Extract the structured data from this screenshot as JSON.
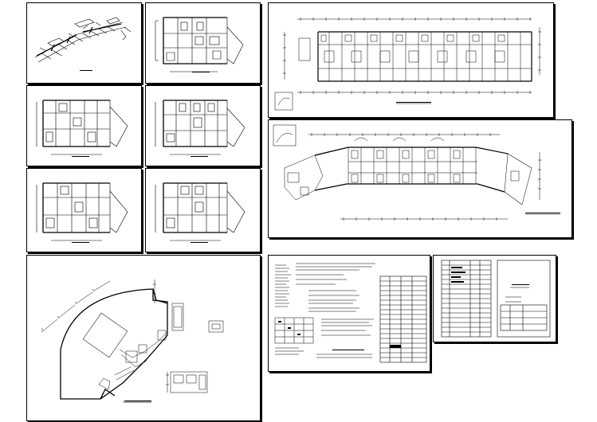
{
  "sheets": [
    {
      "id": "s1",
      "kind": "axonometric-plan",
      "caption": ""
    },
    {
      "id": "s2",
      "kind": "small-floor-plan",
      "caption": ""
    },
    {
      "id": "s3",
      "kind": "small-floor-plan",
      "caption": ""
    },
    {
      "id": "s4",
      "kind": "small-floor-plan",
      "caption": ""
    },
    {
      "id": "s5",
      "kind": "small-floor-plan",
      "caption": ""
    },
    {
      "id": "s6",
      "kind": "small-floor-plan",
      "caption": ""
    },
    {
      "id": "s7",
      "kind": "long-floor-plan",
      "caption": ""
    },
    {
      "id": "s8",
      "kind": "curved-floor-plan",
      "caption": ""
    },
    {
      "id": "s9",
      "kind": "site-plan",
      "caption": ""
    },
    {
      "id": "s10",
      "kind": "notes-and-tables",
      "caption": ""
    },
    {
      "id": "s11",
      "kind": "drawing-index",
      "caption": ""
    }
  ],
  "colors": {
    "line": "#000000",
    "paper": "#ffffff"
  }
}
